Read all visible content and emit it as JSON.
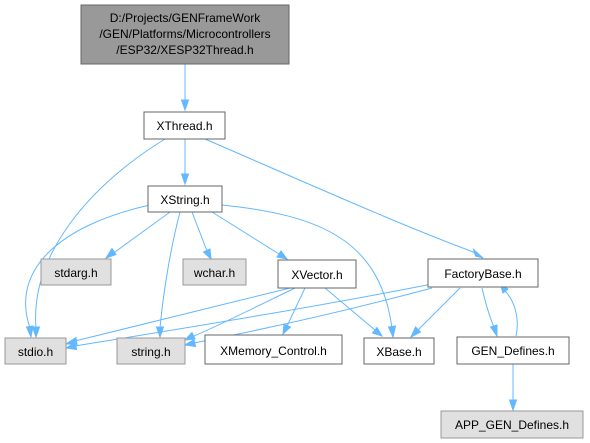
{
  "graph": {
    "nodes": {
      "root": {
        "lines": [
          "D:/Projects/GENFrameWork",
          "/GEN/Platforms/Microcontrollers",
          "/ESP32/XESP32Thread.h"
        ]
      },
      "xthread": {
        "label": "XThread.h"
      },
      "xstring": {
        "label": "XString.h"
      },
      "stdarg": {
        "label": "stdarg.h"
      },
      "wchar": {
        "label": "wchar.h"
      },
      "xvector": {
        "label": "XVector.h"
      },
      "factorybase": {
        "label": "FactoryBase.h"
      },
      "stdio": {
        "label": "stdio.h"
      },
      "string": {
        "label": "string.h"
      },
      "xmemory": {
        "label": "XMemory_Control.h"
      },
      "xbase": {
        "label": "XBase.h"
      },
      "gen_defines": {
        "label": "GEN_Defines.h"
      },
      "app_gen_defines": {
        "label": "APP_GEN_Defines.h"
      }
    },
    "colors": {
      "edge": "#63b8ff",
      "root_fill": "#999999",
      "node_border": "#666666",
      "system_fill": "#e0e0e0",
      "system_border": "#999999"
    }
  }
}
